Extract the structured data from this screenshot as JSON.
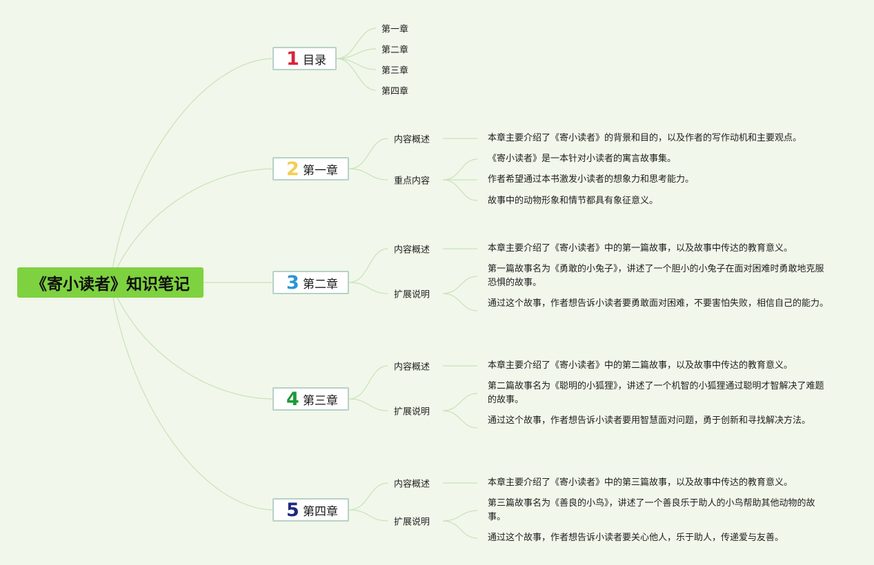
{
  "root": {
    "title": "《寄小读者》知识笔记"
  },
  "toc": {
    "number": "1",
    "number_color": "#d6263c",
    "title": "目录",
    "items": [
      "第一章",
      "第二章",
      "第三章",
      "第四章"
    ]
  },
  "chapters": [
    {
      "number": "2",
      "number_color": "#f2cf55",
      "title": "第一章",
      "overview_label": "内容概述",
      "overview_text": "本章主要介绍了《寄小读者》的背景和目的，以及作者的写作动机和主要观点。",
      "detail_label": "重点内容",
      "details": [
        "《寄小读者》是一本针对小读者的寓言故事集。",
        "作者希望通过本书激发小读者的想象力和思考能力。",
        "故事中的动物形象和情节都具有象征意义。"
      ]
    },
    {
      "number": "3",
      "number_color": "#2c95d4",
      "title": "第二章",
      "overview_label": "内容概述",
      "overview_text": "本章主要介绍了《寄小读者》中的第一篇故事，以及故事中传达的教育意义。",
      "detail_label": "扩展说明",
      "details": [
        "第一篇故事名为《勇敢的小兔子》，讲述了一个胆小的小兔子在面对困难时勇敢地克服恐惧的故事。",
        "通过这个故事，作者想告诉小读者要勇敢面对困难，不要害怕失败，相信自己的能力。"
      ]
    },
    {
      "number": "4",
      "number_color": "#1e9a39",
      "title": "第三章",
      "overview_label": "内容概述",
      "overview_text": "本章主要介绍了《寄小读者》中的第二篇故事，以及故事中传达的教育意义。",
      "detail_label": "扩展说明",
      "details": [
        "第二篇故事名为《聪明的小狐狸》，讲述了一个机智的小狐狸通过聪明才智解决了难题的故事。",
        "通过这个故事，作者想告诉小读者要用智慧面对问题，勇于创新和寻找解决方法。"
      ]
    },
    {
      "number": "5",
      "number_color": "#1f2a7c",
      "title": "第四章",
      "overview_label": "内容概述",
      "overview_text": "本章主要介绍了《寄小读者》中的第三篇故事，以及故事中传达的教育意义。",
      "detail_label": "扩展说明",
      "details": [
        "第三篇故事名为《善良的小鸟》，讲述了一个善良乐于助人的小鸟帮助其他动物的故事。",
        "通过这个故事，作者想告诉小读者要关心他人，乐于助人，传递爱与友善。"
      ]
    }
  ]
}
